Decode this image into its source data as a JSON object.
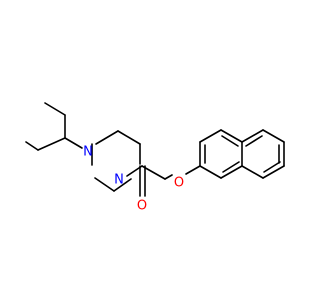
{
  "molecule": {
    "atoms": [
      {
        "id": "n_left",
        "symbol": "N",
        "color": "#0000ff"
      },
      {
        "id": "n_right",
        "symbol": "N",
        "color": "#0000ff"
      },
      {
        "id": "o_ether",
        "symbol": "O",
        "color": "#ff0000"
      },
      {
        "id": "o_keto",
        "symbol": "O",
        "color": "#ff0000"
      }
    ],
    "bond_color": "#000000",
    "background": "#ffffff"
  }
}
